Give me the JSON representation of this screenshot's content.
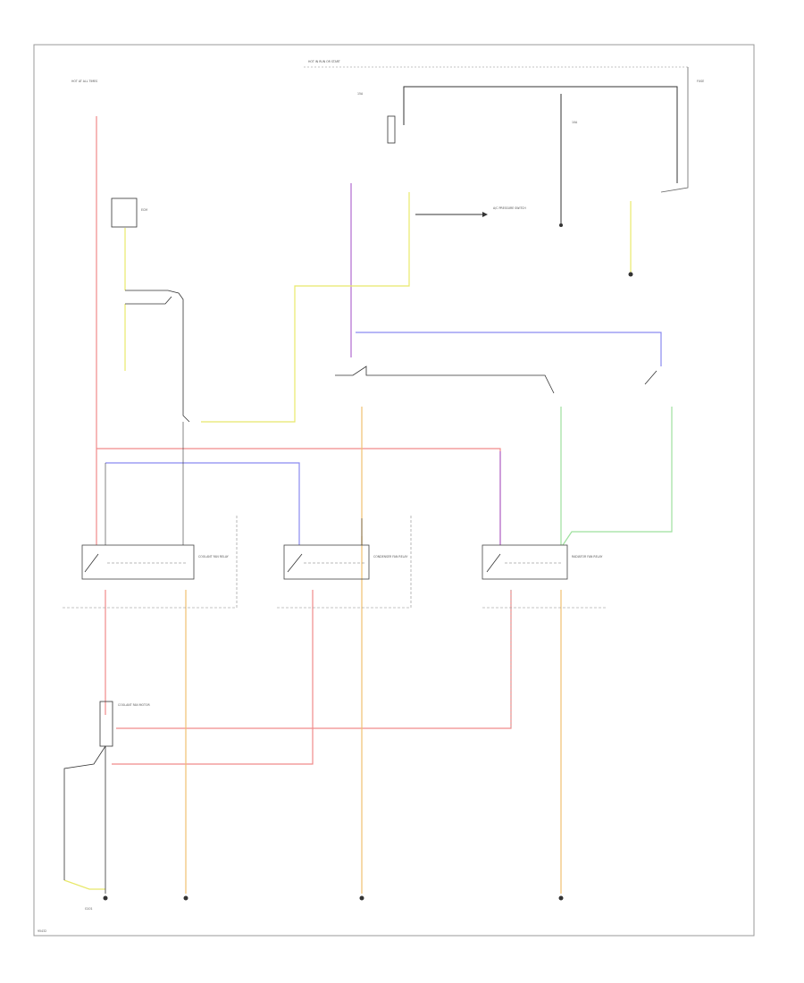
{
  "diagram": {
    "labels": {
      "hot_at_all_times": "HOT AT ALL TIMES",
      "hot_in_run_start": "HOT IN RUN OR START",
      "fuse_15a": "15A",
      "fuse_10a": "10A",
      "fuse_label_top": "FUSE",
      "ecm": "ECM",
      "ac_pressure_switch": "A/C PRESSURE SWITCH",
      "coolant_fan_relay": "COOLANT FAN RELAY",
      "condenser_fan_relay": "CONDENSER FAN RELAY",
      "radiator_fan_relay": "RADIATOR FAN RELAY",
      "coolant_fan_motor": "COOLANT FAN MOTOR",
      "ground": "G101",
      "part_id": "95432"
    },
    "colors": {
      "red": "#f08a8a",
      "yellow": "#e8e86a",
      "violet": "#b06ad0",
      "blue": "#8a8af0",
      "green": "#9ee09e",
      "orange": "#f0c070",
      "dark": "#333333",
      "gray": "#999999"
    }
  }
}
